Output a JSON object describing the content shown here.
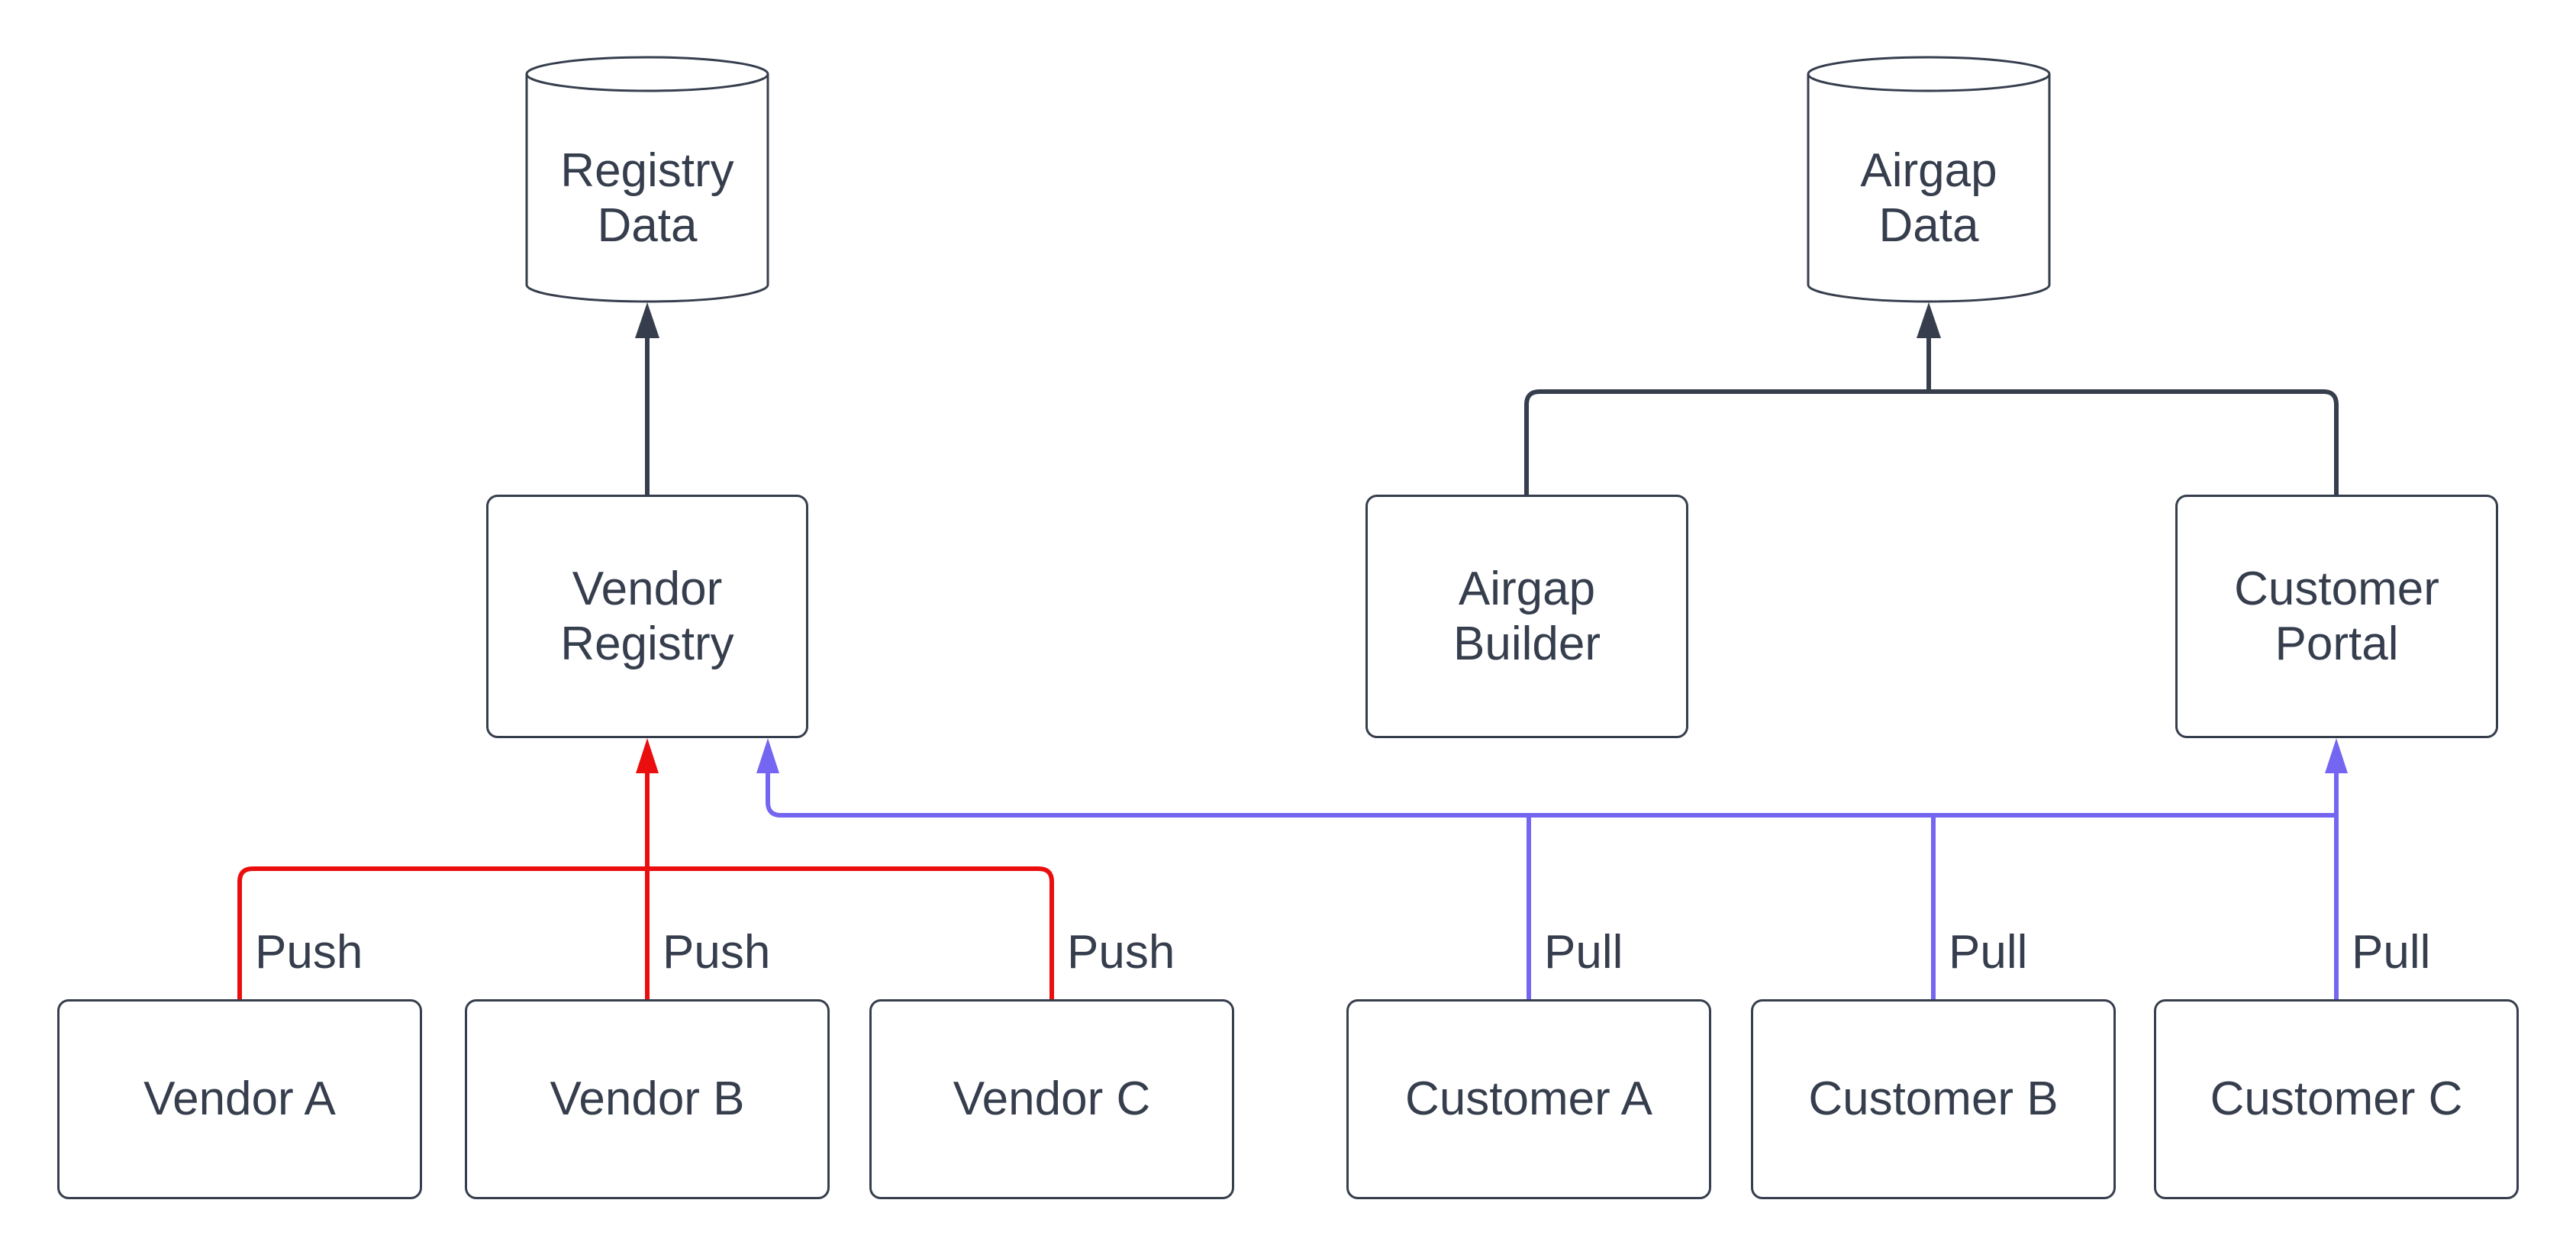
{
  "diagram_title": "",
  "colors": {
    "ink": "#363e4d",
    "flow": "#363e4d",
    "push": "#ea0e0e",
    "pull": "#7466f0",
    "background": "#ffffff"
  },
  "nodes": {
    "registry_data": {
      "label": "Registry\nData",
      "shape": "cylinder"
    },
    "airgap_data": {
      "label": "Airgap\nData",
      "shape": "cylinder"
    },
    "vendor_registry": {
      "label": "Vendor\nRegistry",
      "shape": "rectangle"
    },
    "airgap_builder": {
      "label": "Airgap\nBuilder",
      "shape": "rectangle"
    },
    "customer_portal": {
      "label": "Customer\nPortal",
      "shape": "rectangle"
    },
    "vendor_a": {
      "label": "Vendor A",
      "shape": "rectangle"
    },
    "vendor_b": {
      "label": "Vendor B",
      "shape": "rectangle"
    },
    "vendor_c": {
      "label": "Vendor C",
      "shape": "rectangle"
    },
    "customer_a": {
      "label": "Customer A",
      "shape": "rectangle"
    },
    "customer_b": {
      "label": "Customer B",
      "shape": "rectangle"
    },
    "customer_c": {
      "label": "Customer C",
      "shape": "rectangle"
    }
  },
  "edges": {
    "vendor_registry_to_registry_data": {
      "from": "vendor_registry",
      "to": "registry_data",
      "label": "",
      "color": "#363e4d"
    },
    "airgap_builder_to_airgap_data": {
      "from": "airgap_builder",
      "to": "airgap_data",
      "label": "",
      "color": "#363e4d"
    },
    "customer_portal_to_airgap_data": {
      "from": "customer_portal",
      "to": "airgap_data",
      "label": "",
      "color": "#363e4d"
    },
    "vendor_a_push": {
      "from": "vendor_a",
      "to": "vendor_registry",
      "label": "Push",
      "color": "#ea0e0e"
    },
    "vendor_b_push": {
      "from": "vendor_b",
      "to": "vendor_registry",
      "label": "Push",
      "color": "#ea0e0e"
    },
    "vendor_c_push": {
      "from": "vendor_c",
      "to": "vendor_registry",
      "label": "Push",
      "color": "#ea0e0e"
    },
    "customer_a_pull": {
      "from": "customer_a",
      "to": "vendor_registry",
      "label": "Pull",
      "color": "#7466f0"
    },
    "customer_b_pull": {
      "from": "customer_b",
      "to": "vendor_registry",
      "label": "Pull",
      "color": "#7466f0"
    },
    "customer_c_pull": {
      "from": "customer_c",
      "to": "customer_portal",
      "label": "Pull",
      "color": "#7466f0"
    }
  }
}
